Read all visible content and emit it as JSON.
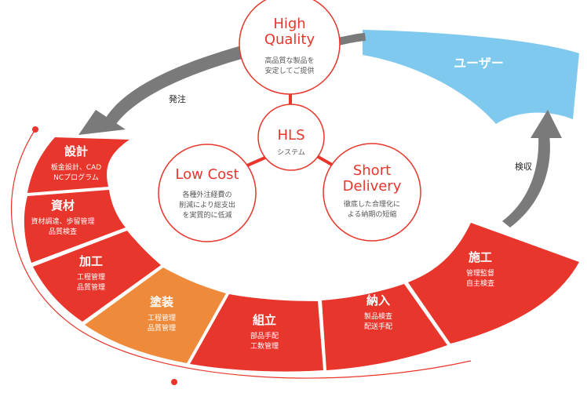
{
  "colors": {
    "red": "#e8362c",
    "orange": "#ef8a3a",
    "blue": "#7fc8ee",
    "arrow_gray": "#777777",
    "circle_text": "#e8362c"
  },
  "user": {
    "label": "ユーザー"
  },
  "arrows": {
    "order_label": "発注",
    "inspection_label": "検収"
  },
  "center": {
    "title": "HLS",
    "subtitle": "システム"
  },
  "circles": {
    "quality": {
      "title_line1": "High",
      "title_line2": "Quality",
      "desc_line1": "高品質な製品を",
      "desc_line2": "安定してご提供"
    },
    "cost": {
      "title": "Low Cost",
      "desc_line1": "各種外注経費の",
      "desc_line2": "削減により総支出",
      "desc_line3": "を実質的に低減"
    },
    "delivery": {
      "title_line1": "Short",
      "title_line2": "Delivery",
      "desc_line1": "徹底した合理化に",
      "desc_line2": "よる納期の短縮"
    }
  },
  "segments": [
    {
      "title": "設計",
      "lines": [
        "板金設計、CAD",
        "NCプログラム"
      ]
    },
    {
      "title": "資材",
      "lines": [
        "資材調達、歩留管理",
        "品質検査"
      ]
    },
    {
      "title": "加工",
      "lines": [
        "工程管理",
        "品質管理"
      ]
    },
    {
      "title": "塗装",
      "lines": [
        "工程管理",
        "品質管理"
      ]
    },
    {
      "title": "組立",
      "lines": [
        "部品手配",
        "工数管理"
      ]
    },
    {
      "title": "納入",
      "lines": [
        "製品検査",
        "配送手配"
      ]
    },
    {
      "title": "施工",
      "lines": [
        "管理監督",
        "自主検査"
      ]
    }
  ]
}
